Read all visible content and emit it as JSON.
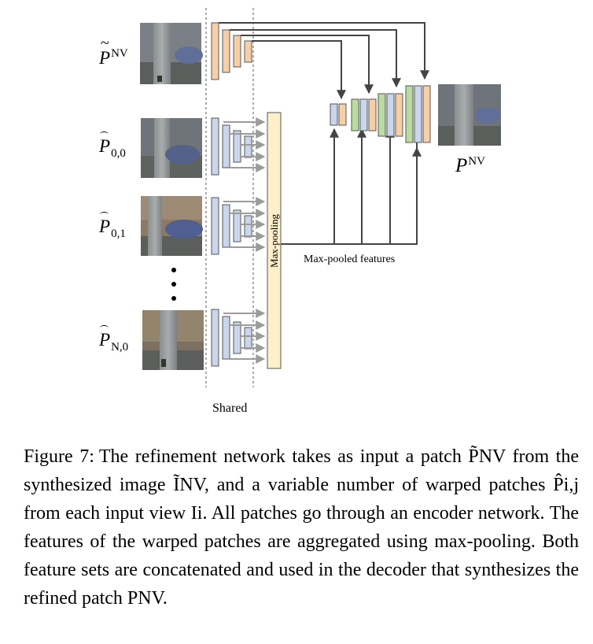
{
  "figure": {
    "labels": {
      "p_nv_input": {
        "base": "P",
        "sup": "NV"
      },
      "p00": {
        "base": "P",
        "sub": "0,0"
      },
      "p01": {
        "base": "P",
        "sub": "0,1"
      },
      "pn0": {
        "base": "P",
        "sub": "N,0"
      },
      "p_nv_output": {
        "base": "P",
        "sup": "NV"
      }
    },
    "maxpool_label": "Max-pooling",
    "maxpooled_features_label": "Max-pooled features",
    "shared_label": "Shared",
    "colors": {
      "encoder_blue": "#c9d6ec",
      "encoder_orange": "#f7cfa7",
      "decoder_green": "#b9dca0",
      "maxpool_fill": "#fdefc8",
      "arrow_gray": "#9b9b9b",
      "line_dark": "#444444"
    }
  },
  "caption": {
    "label": "Figure 7:",
    "text": "The refinement network takes as input a patch P̃NV from the synthesized image ĨNV, and a variable number of warped patches P̂i,j from each input view Ii. All patches go through an encoder network. The features of the warped patches are aggregated using max-pooling. Both feature sets are concatenated and used in the decoder that synthesizes the refined patch PNV."
  }
}
